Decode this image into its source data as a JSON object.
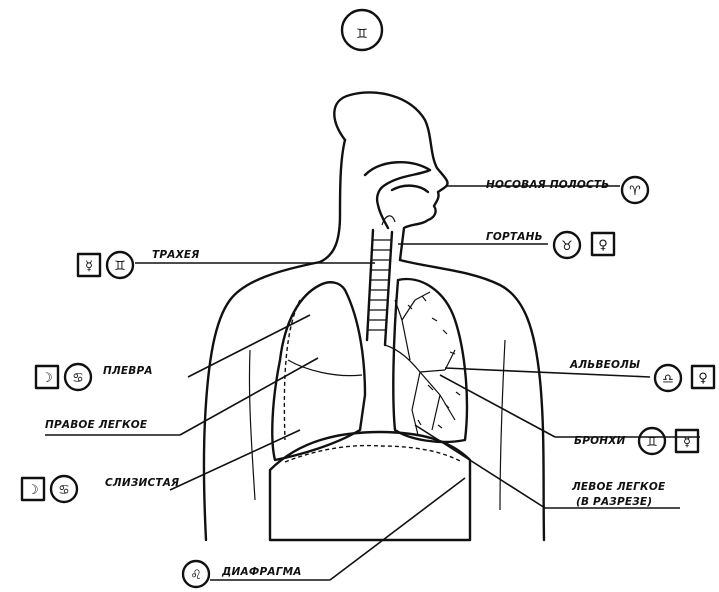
{
  "header_symbol": {
    "glyph": "♊",
    "icon": "gemini-symbol"
  },
  "labels": {
    "nasal_cavity": "НОСОВАЯ ПОЛОСТЬ",
    "larynx": "ГОРТАНЬ",
    "trachea": "ТРАХЕЯ",
    "pleura": "ПЛЕВРА",
    "alveoli": "АЛЬВЕОЛЫ",
    "right_lung": "ПРАВОЕ ЛЕГКОЕ",
    "bronchi": "БРОНХИ",
    "mucous": "СЛИЗИСТАЯ",
    "left_lung_line1": "ЛЕВОЕ ЛЕГКОЕ",
    "left_lung_line2": "(В РАЗРЕЗЕ)",
    "diaphragm": "ДИАФРАГМА"
  },
  "symbols": {
    "nasal_cavity": [
      {
        "glyph": "♈",
        "icon": "aries-symbol",
        "box": false
      }
    ],
    "larynx": [
      {
        "glyph": "♉",
        "icon": "taurus-symbol",
        "box": false
      },
      {
        "glyph": "♀",
        "icon": "venus-symbol",
        "box": true
      }
    ],
    "trachea": [
      {
        "glyph": "☿",
        "icon": "mercury-symbol",
        "box": true
      },
      {
        "glyph": "♊",
        "icon": "gemini-symbol",
        "box": false
      }
    ],
    "pleura": [
      {
        "glyph": "☽",
        "icon": "moon-symbol",
        "box": true
      },
      {
        "glyph": "♋",
        "icon": "cancer-symbol",
        "box": false
      }
    ],
    "alveoli": [
      {
        "glyph": "♎",
        "icon": "libra-symbol",
        "box": false
      },
      {
        "glyph": "♀",
        "icon": "venus-symbol",
        "box": true
      }
    ],
    "bronchi": [
      {
        "glyph": "♊",
        "icon": "gemini-symbol",
        "box": false
      },
      {
        "glyph": "☿",
        "icon": "mercury-symbol",
        "box": true
      }
    ],
    "mucous": [
      {
        "glyph": "☽",
        "icon": "moon-symbol",
        "box": true
      },
      {
        "glyph": "♋",
        "icon": "cancer-symbol",
        "box": false
      }
    ],
    "diaphragm": [
      {
        "glyph": "♌",
        "icon": "leo-symbol",
        "box": false
      }
    ]
  }
}
